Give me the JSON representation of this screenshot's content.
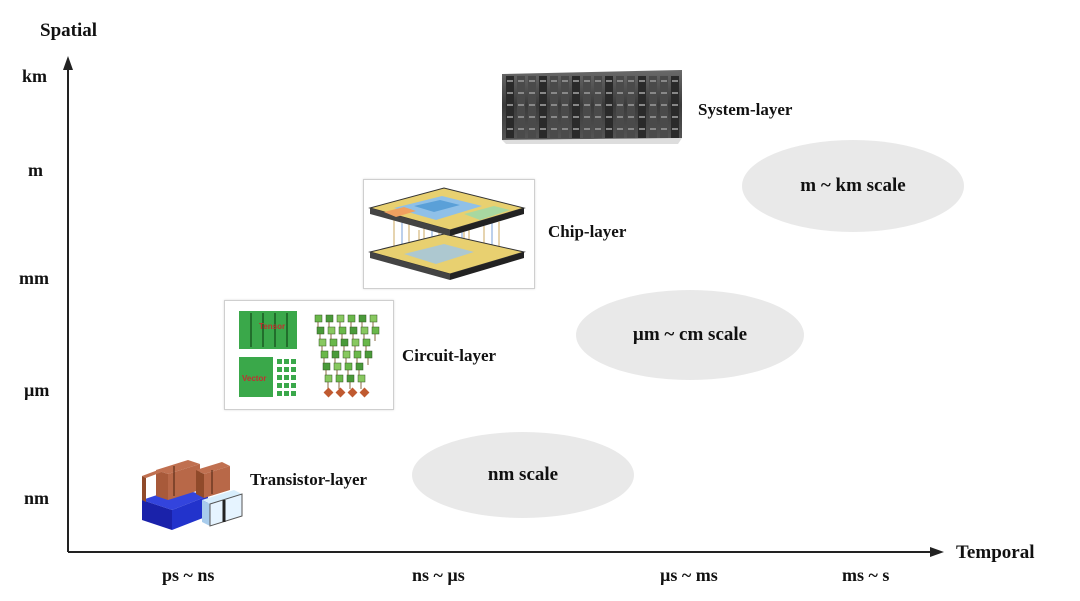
{
  "axes": {
    "y_title": "Spatial",
    "x_title": "Temporal",
    "y_ticks": [
      "km",
      "m",
      "mm",
      "µm",
      "nm"
    ],
    "x_ticks": [
      "ps ~ ns",
      "ns ~ µs",
      "µs ~ ms",
      "ms ~ s"
    ]
  },
  "layers": {
    "system": "System-layer",
    "chip": "Chip-layer",
    "circuit": "Circuit-layer",
    "transistor": "Transistor-layer"
  },
  "circuit_panel": {
    "tensor": "Tensor",
    "vector": "Vector"
  },
  "scales": {
    "m_km": "m ~ km scale",
    "um_cm": "µm ~ cm scale",
    "nm": "nm scale"
  },
  "colors": {
    "axis": "#222222",
    "ellipse": "#e9e9e9",
    "chip_board": "#e8d070",
    "circuit_green": "#3aa84a",
    "transistor_blue": "#2233cc",
    "transistor_brown": "#a85a3a"
  }
}
